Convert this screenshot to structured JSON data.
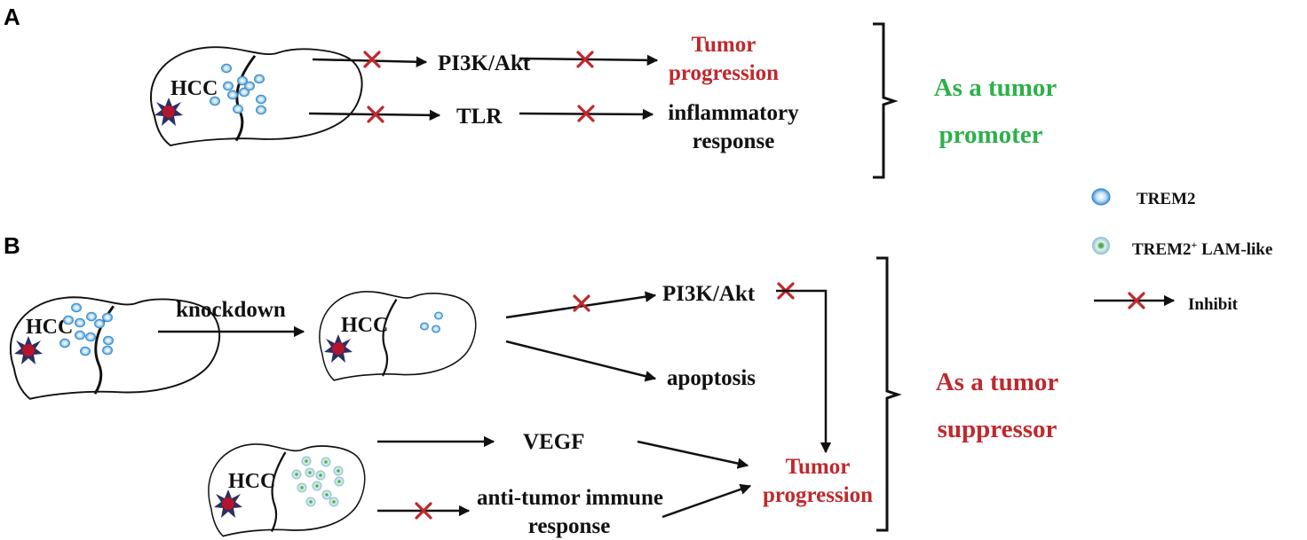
{
  "panel_a": {
    "label": "A",
    "hcc": "HCC",
    "pi3k": "PI3K/Akt",
    "tlr": "TLR",
    "tumor_line1": "Tumor",
    "tumor_line2": "progression",
    "inflam_line1": "inflammatory",
    "inflam_line2": "response",
    "role_line1": "As a tumor",
    "role_line2": "promoter"
  },
  "panel_b": {
    "label": "B",
    "hcc1": "HCC",
    "hcc2": "HCC",
    "hcc3": "HCC",
    "knockdown": "knockdown",
    "pi3k": "PI3K/Akt",
    "apoptosis": "apoptosis",
    "vegf": "VEGF",
    "immune_line1": "anti-tumor immune",
    "immune_line2": "response",
    "tumor_line1": "Tumor",
    "tumor_line2": "progression",
    "role_line1": "As a tumor",
    "role_line2": "suppressor"
  },
  "legend": {
    "trem2": "TREM2",
    "lam_prefix": "TREM2",
    "lam_sup": "+",
    "lam_suffix": " LAM-like",
    "inhibit": "Inhibit"
  },
  "colors": {
    "red": "#c0282d",
    "green": "#2eb04a",
    "trem2_cell": "#4a9fd6",
    "lam_cell": "#2f9a50",
    "tumor_star": "#b3152c",
    "tumor_star_outer": "#2b2f63"
  }
}
